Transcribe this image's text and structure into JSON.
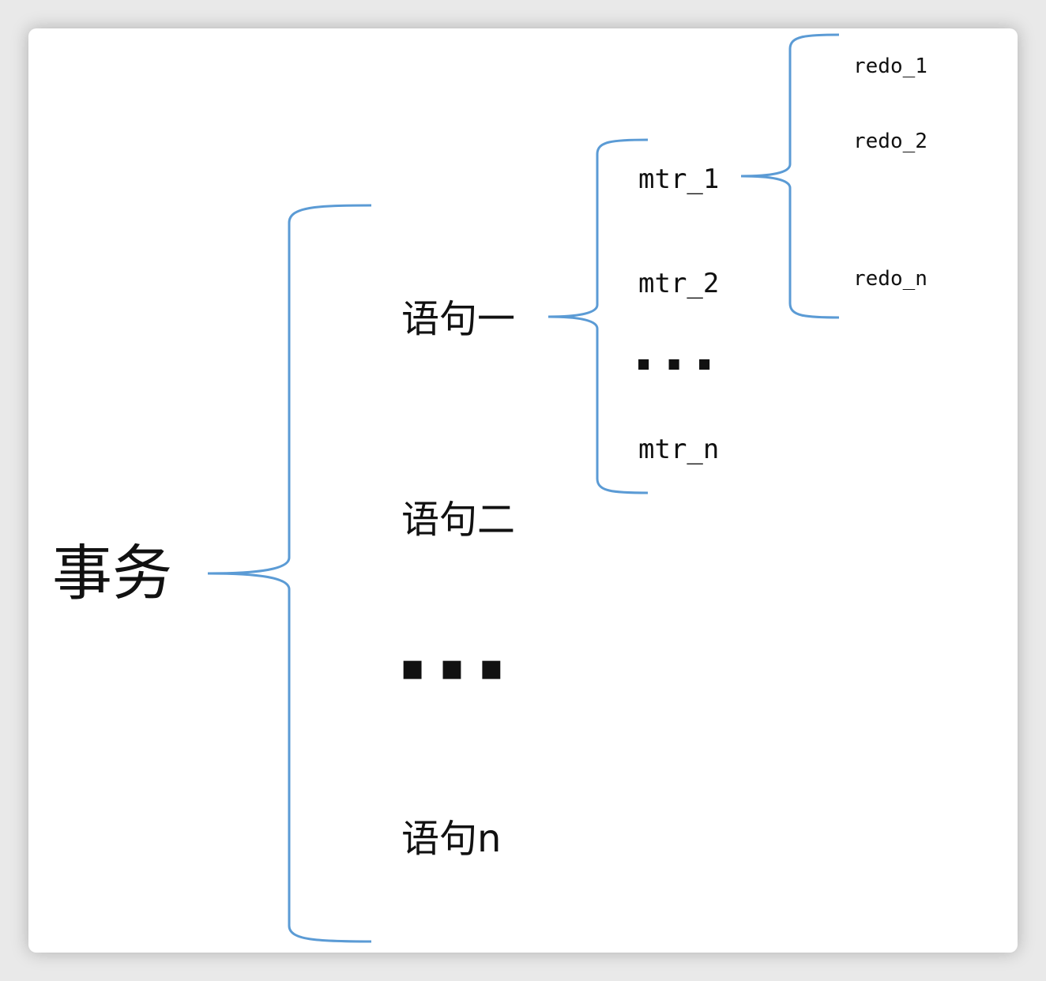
{
  "colors": {
    "bracket": "#5b9bd5",
    "text": "#111111"
  },
  "root": {
    "label": "事务"
  },
  "statements": [
    {
      "label": "语句一"
    },
    {
      "label": "语句二"
    },
    {
      "label": "■ ■ ■"
    },
    {
      "label": "语句n"
    }
  ],
  "mtrs": [
    {
      "label": "mtr_1"
    },
    {
      "label": "mtr_2"
    },
    {
      "label": "■ ■ ■"
    },
    {
      "label": "mtr_n"
    }
  ],
  "redos": [
    {
      "label": "redo_1"
    },
    {
      "label": "redo_2"
    },
    {
      "label": "redo_n"
    }
  ]
}
